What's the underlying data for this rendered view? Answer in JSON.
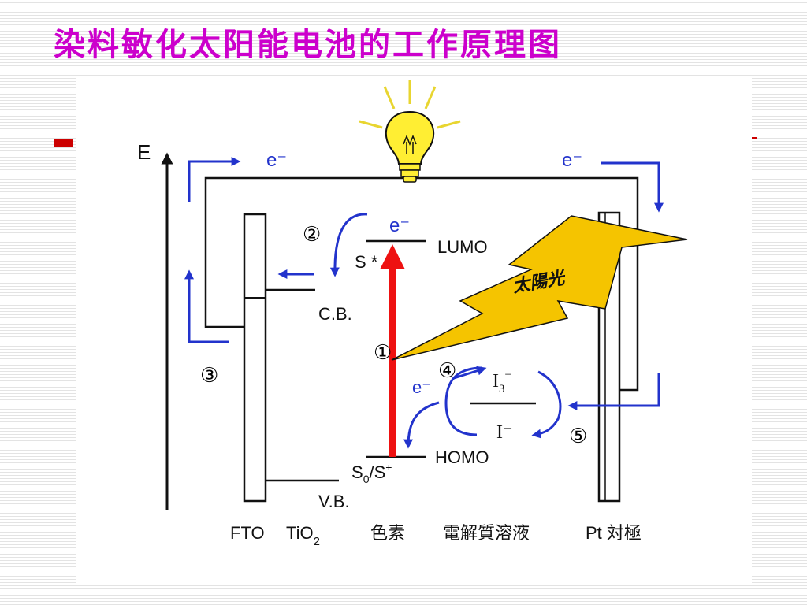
{
  "slide": {
    "title": "染料敏化太阳能电池的工作原理图",
    "title_color": "#cc00cc",
    "bullet_color": "#cc0000"
  },
  "diagram": {
    "axis_label": "E",
    "electron": "e⁻",
    "lumo": "LUMO",
    "homo": "HOMO",
    "excited_state": "S *",
    "ground_state_main": "S",
    "ground_state_sub": "0",
    "ground_state_sep": "/S",
    "ground_state_sup": "+",
    "conduction_band": "C.B.",
    "valence_band": "V.B.",
    "sunlight": "太陽光",
    "triiodide_main": "I",
    "triiodide_sub": "3",
    "triiodide_sup": "−",
    "iodide": "I⁻",
    "steps": [
      "①",
      "②",
      "③",
      "④",
      "⑤"
    ],
    "bottom_labels": {
      "fto": "FTO",
      "tio2_main": "TiO",
      "tio2_sub": "2",
      "dye": "色素",
      "electrolyte": "電解質溶液",
      "pt_counter": "Pt 対極"
    },
    "colors": {
      "arrow_blue": "#2233cc",
      "excitation_red": "#ee1111",
      "lightning_yellow": "#f5c400",
      "bulb_yellow": "#ffee33"
    },
    "icons": [
      "light-bulb-icon",
      "lightning-bolt-icon"
    ]
  }
}
